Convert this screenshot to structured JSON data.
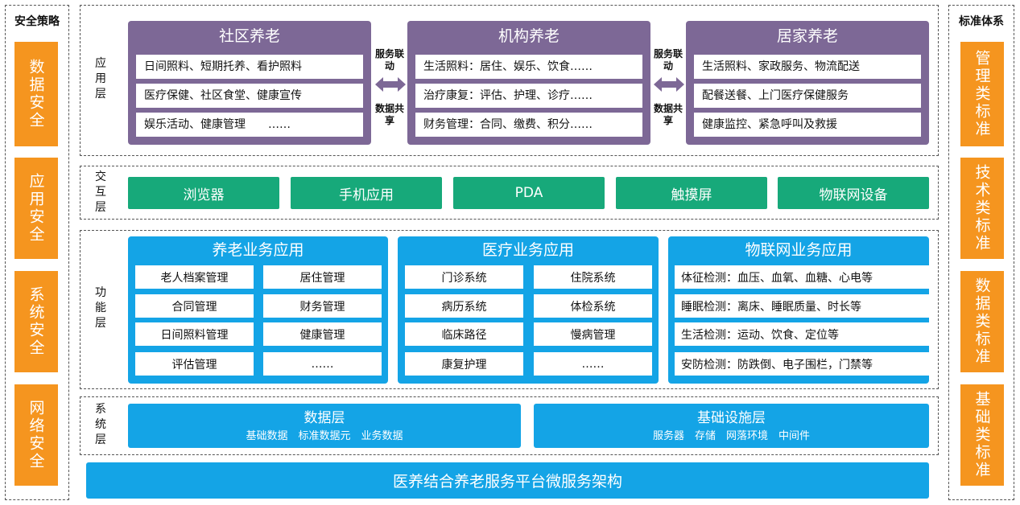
{
  "security": {
    "title": "安全策略",
    "items": [
      "数据安全",
      "应用安全",
      "系统安全",
      "网络安全"
    ]
  },
  "standards": {
    "title": "标准体系",
    "items": [
      "管理类标准",
      "技术类标准",
      "数据类标准",
      "基础类标准"
    ]
  },
  "app_layer": {
    "label": "应用层",
    "panels": [
      {
        "title": "社区养老",
        "rows": [
          "日间照料、短期托养、看护照料",
          "医疗保健、社区食堂、健康宣传",
          "娱乐活动、健康管理　　……"
        ]
      },
      {
        "title": "机构养老",
        "rows": [
          "生活照料：居住、娱乐、饮食……",
          "治疗康复：评估、护理、诊疗……",
          "财务管理：合同、缴费、积分……"
        ]
      },
      {
        "title": "居家养老",
        "rows": [
          "生活照料、家政服务、物流配送",
          "配餐送餐、上门医疗保健服务",
          "健康监控、紧急呼叫及救援"
        ]
      }
    ],
    "link_top": "服务联动",
    "link_bottom": "数据共享"
  },
  "interaction_layer": {
    "label": "交互层",
    "items": [
      "浏览器",
      "手机应用",
      "PDA",
      "触摸屏",
      "物联网设备"
    ]
  },
  "function_layer": {
    "label": "功能层",
    "panels": [
      {
        "title": "养老业务应用",
        "cells": [
          "老人档案管理",
          "居住管理",
          "合同管理",
          "财务管理",
          "日间照料管理",
          "健康管理",
          "评估管理",
          "……"
        ]
      },
      {
        "title": "医疗业务应用",
        "cells": [
          "门诊系统",
          "住院系统",
          "病历系统",
          "体检系统",
          "临床路径",
          "慢病管理",
          "康复护理",
          "……"
        ]
      },
      {
        "title": "物联网业务应用",
        "rows": [
          "体征检测：血压、血氧、血糖、心电等",
          "睡眠检测：离床、睡眠质量、时长等",
          "生活检测：运动、饮食、定位等",
          "安防检测：防跌倒、电子围栏，门禁等"
        ]
      }
    ]
  },
  "system_layer": {
    "label": "系统层",
    "data_title": "数据层",
    "data_items": "基础数据　标准数据元　业务数据",
    "infra_title": "基础设施层",
    "infra_items": "服务器　存储　网落环境　中间件"
  },
  "footer": "医养结合养老服务平台微服务架构",
  "colors": {
    "orange": "#f5951f",
    "purple": "#7d6896",
    "green": "#17a97a",
    "blue": "#14a4e6"
  }
}
